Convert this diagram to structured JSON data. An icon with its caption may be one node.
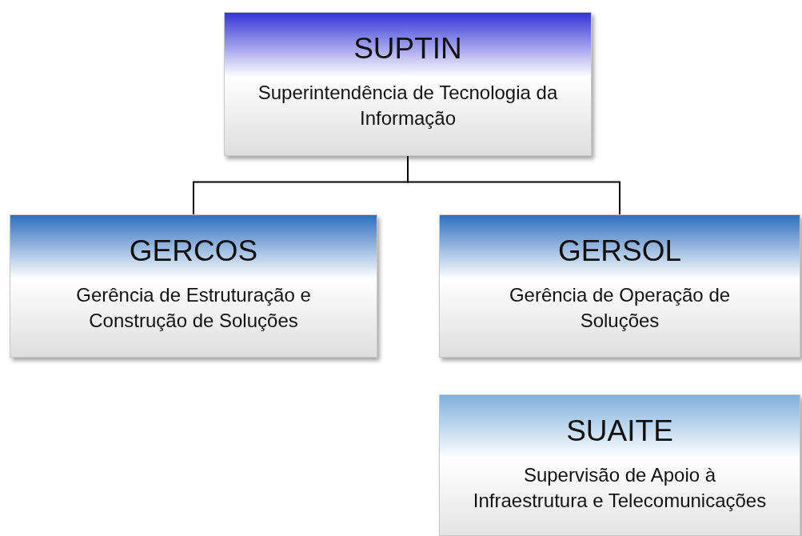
{
  "diagram": {
    "nodes": [
      {
        "text": [
          "SUPTIN",
          "Superintendência de Tecnologia da Informação"
        ]
      },
      {
        "text": [
          "GERCOS",
          "Gerência de Estruturação e Construção de Soluções"
        ]
      },
      {
        "text": [
          "GERSOL",
          "Gerência de Operação de Soluções"
        ]
      },
      {
        "text": [
          "SUAITE",
          "Supervisão de Apoio à Infraestrutura e Telecomunicações"
        ]
      }
    ],
    "edges": [
      {
        "from": 0,
        "to": 1,
        "arrow": "none"
      },
      {
        "from": 0,
        "to": 2,
        "arrow": "none"
      }
    ]
  }
}
